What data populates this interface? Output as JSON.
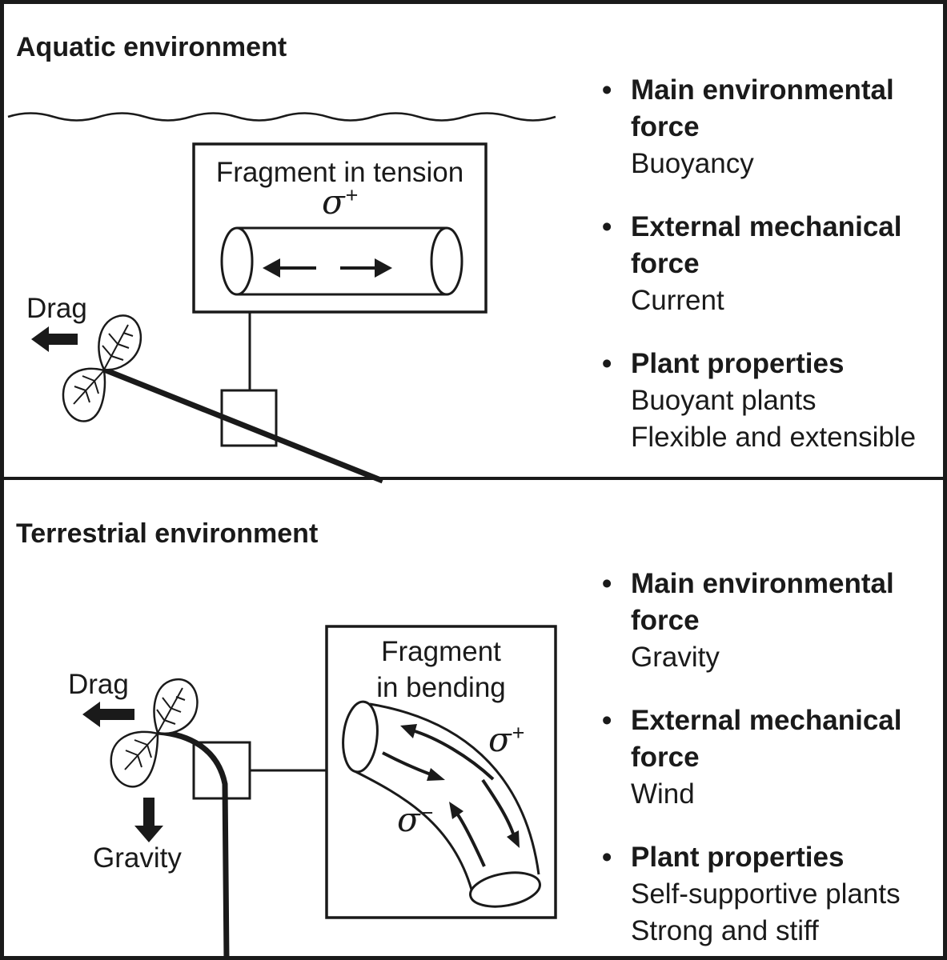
{
  "ui": {
    "bullet_marker": "•"
  },
  "colors": {
    "ink": "#1a1a1a",
    "background": "#ffffff"
  },
  "aquatic": {
    "title": "Aquatic environment",
    "drag_label": "Drag",
    "fragment_box": {
      "label": "Fragment in tension",
      "stress_symbol": "σ",
      "stress_sign": "+"
    },
    "bullets": [
      {
        "heading": "Main environmental force",
        "lines": [
          "Buoyancy"
        ]
      },
      {
        "heading": "External mechanical force",
        "lines": [
          "Current"
        ]
      },
      {
        "heading": "Plant properties",
        "lines": [
          "Buoyant plants",
          "Flexible and extensible"
        ]
      }
    ]
  },
  "terrestrial": {
    "title": "Terrestrial environment",
    "drag_label": "Drag",
    "gravity_label": "Gravity",
    "fragment_box": {
      "label_line1": "Fragment",
      "label_line2": "in bending",
      "stress_outer_symbol": "σ",
      "stress_outer_sign": "+",
      "stress_inner_symbol": "σ",
      "stress_inner_sign": "−"
    },
    "bullets": [
      {
        "heading": "Main environmental force",
        "lines": [
          "Gravity"
        ]
      },
      {
        "heading": "External mechanical force",
        "lines": [
          "Wind"
        ]
      },
      {
        "heading": "Plant properties",
        "lines": [
          "Self-supportive plants",
          "Strong and stiff"
        ]
      }
    ]
  }
}
